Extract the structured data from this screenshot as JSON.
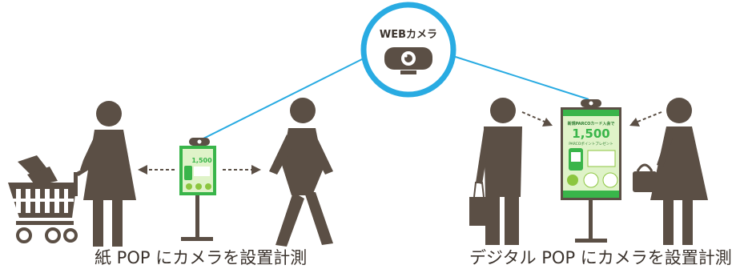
{
  "camera": {
    "label": "WEBカメラ"
  },
  "paper_pop": {
    "caption": "紙 POP にカメラを設置計測",
    "amount": "1,500"
  },
  "digital_pop": {
    "caption": "デジタル POP にカメラを設置計測",
    "header": "新規PARCOカード入会で",
    "amount": "1,500",
    "subline": "PARCOポイントプレゼント"
  },
  "colors": {
    "figure": "#5b4f45",
    "link_line": "#29abe2",
    "pop_green": "#39b54a",
    "pop_light": "#dff3c8",
    "text": "#3b332d"
  }
}
